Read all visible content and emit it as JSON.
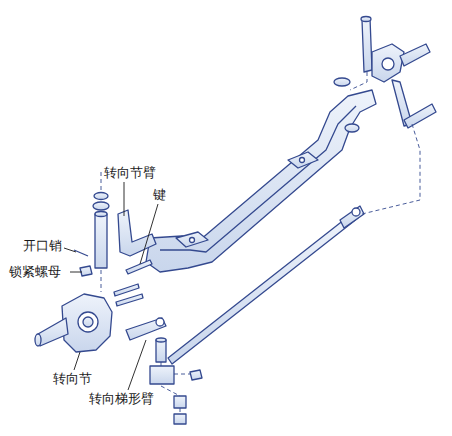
{
  "diagram": {
    "labels": [
      "转向节臂",
      "键",
      "开口销",
      "锁紧螺母",
      "转向节",
      "转向梯形臂"
    ]
  }
}
